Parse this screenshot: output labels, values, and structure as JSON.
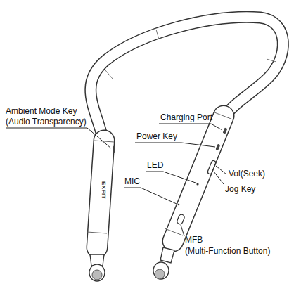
{
  "diagram": {
    "labels": [
      "Ambient Mode Key (Audio Transparency)",
      "Charging Port",
      "Power Key",
      "LED",
      "MIC",
      "Vol(Seek)",
      "Jog Key",
      "MFB",
      "(Multi-Function Button)",
      "EXFIT"
    ]
  }
}
